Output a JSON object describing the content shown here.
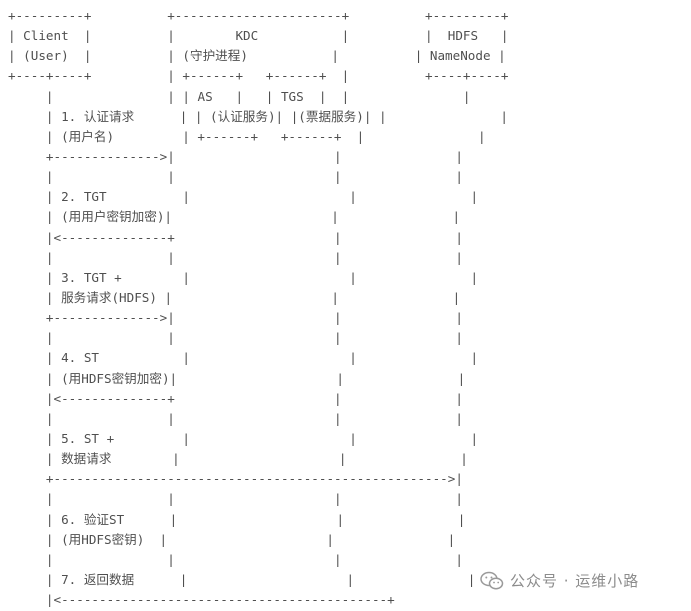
{
  "diagram": {
    "lines": [
      "+---------+          +----------------------+          +---------+",
      "| Client  |          |        KDC           |          |  HDFS   |",
      "| (User)  |          | (守护进程)           |          | NameNode |",
      "+----+----+          | +------+   +------+  |          +----+----+",
      "     |               | | AS   |   | TGS  |  |               |",
      "     | 1. 认证请求      | | (认证服务)| |(票据服务)| |               |",
      "     | (用户名)         | +------+   +------+  |               |",
      "     +-------------->|                     |               |",
      "     |               |                     |               |",
      "     | 2. TGT          |                     |               |",
      "     | (用用户密钥加密)|                     |               |",
      "     |<--------------+                     |               |",
      "     |               |                     |               |",
      "     | 3. TGT +        |                     |               |",
      "     | 服务请求(HDFS) |                     |               |",
      "     +-------------->|                     |               |",
      "     |               |                     |               |",
      "     | 4. ST           |                     |               |",
      "     | (用HDFS密钥加密)|                     |               |",
      "     |<--------------+                     |               |",
      "     |               |                     |               |",
      "     | 5. ST +         |                     |               |",
      "     | 数据请求        |                     |               |",
      "     +---------------------------------------------------->|",
      "     |               |                     |               |",
      "     | 6. 验证ST      |                     |               |",
      "     | (用HDFS密钥)  |                     |               |",
      "     |               |                     |               |",
      "     | 7. 返回数据      |                     |               |",
      "     |<-------------------------------------------+"
    ]
  },
  "watermark": {
    "icon": "wechat-icon",
    "text": "公众号 · 运维小路"
  }
}
